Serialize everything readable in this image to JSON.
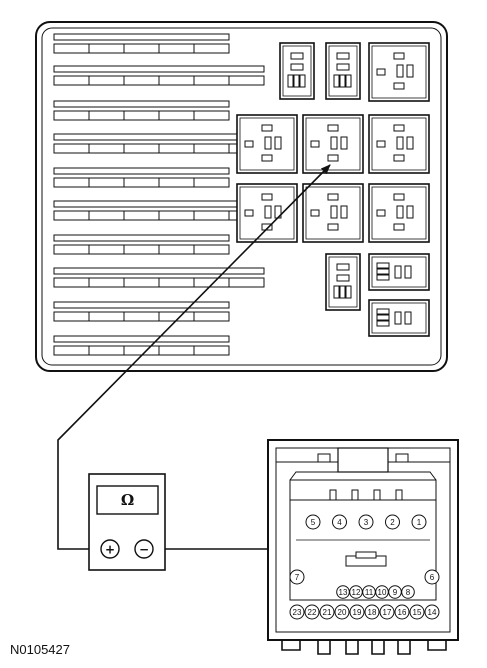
{
  "figure_id": "N0105427",
  "meter": {
    "display_symbol": "Ω",
    "terminal_plus": "+",
    "terminal_minus": "−"
  },
  "connector": {
    "top_row_pins": [
      "5",
      "4",
      "3",
      "2",
      "1"
    ],
    "side_pins": [
      "7",
      "6"
    ],
    "middle_row_pins": [
      "13",
      "12",
      "11",
      "10",
      "9",
      "8"
    ],
    "bottom_row_pins": [
      "23",
      "22",
      "21",
      "20",
      "19",
      "18",
      "17",
      "16",
      "15",
      "14"
    ]
  }
}
